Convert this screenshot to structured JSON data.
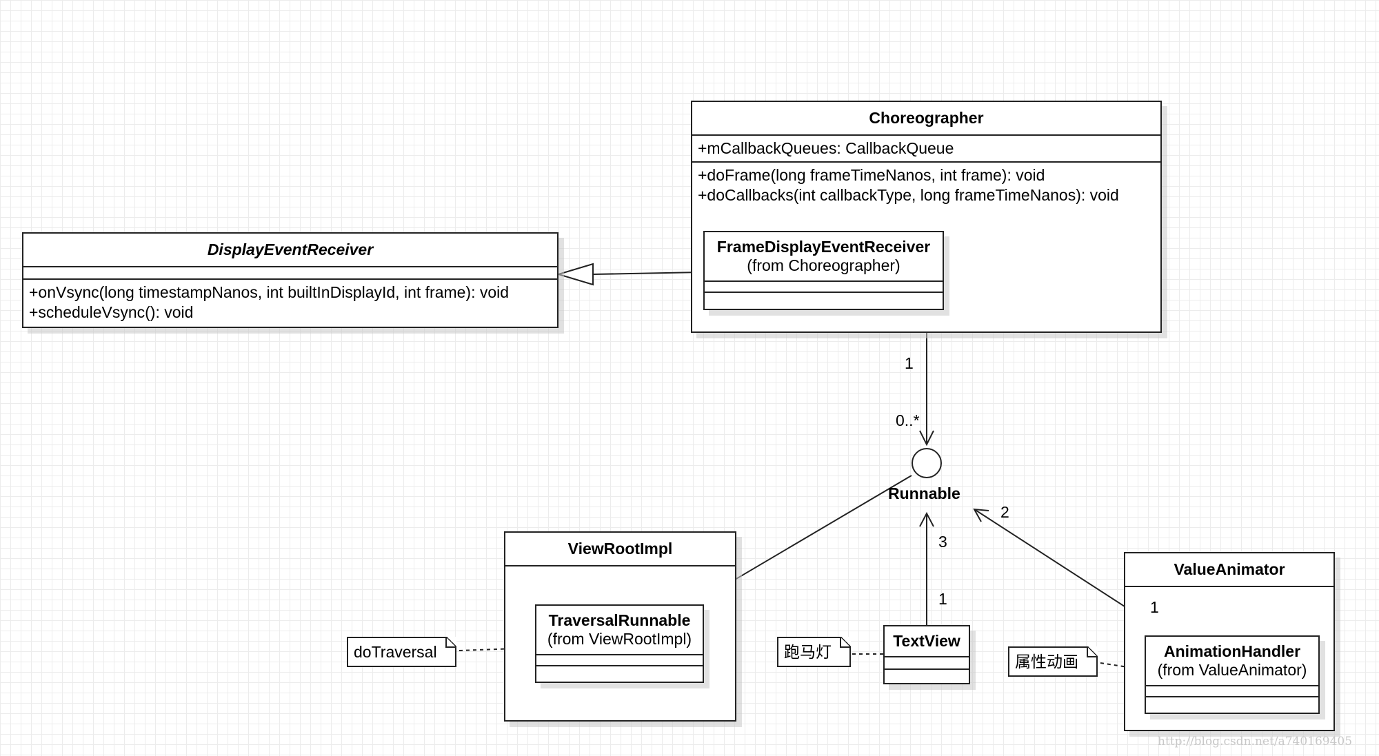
{
  "classes": {
    "display_event_receiver": {
      "name": "DisplayEventReceiver",
      "methods": [
        "+onVsync(long timestampNanos, int builtInDisplayId, int frame): void",
        "+scheduleVsync(): void"
      ]
    },
    "choreographer": {
      "name": "Choreographer",
      "attributes": [
        "+mCallbackQueues: CallbackQueue"
      ],
      "methods": [
        "+doFrame(long frameTimeNanos, int frame): void",
        "+doCallbacks(int callbackType, long frameTimeNanos): void"
      ]
    },
    "frame_display_event_receiver": {
      "name": "FrameDisplayEventReceiver",
      "from": "(from Choreographer)"
    },
    "view_root_impl": {
      "name": "ViewRootImpl"
    },
    "traversal_runnable": {
      "name": "TraversalRunnable",
      "from": "(from ViewRootImpl)"
    },
    "text_view": {
      "name": "TextView"
    },
    "value_animator": {
      "name": "ValueAnimator"
    },
    "animation_handler": {
      "name": "AnimationHandler",
      "from": "(from ValueAnimator)"
    }
  },
  "interface": {
    "name": "Runnable"
  },
  "multiplicities": {
    "choreographer_end": "1",
    "runnable_end": "0..*",
    "textview_arrow": "3",
    "textview_end": "1",
    "animation_arrow": "2",
    "animation_end": "1"
  },
  "notes": {
    "traversal": "doTraversal",
    "marquee": "跑马灯",
    "property_animation": "属性动画"
  },
  "watermark": "http://blog.csdn.net/a740169405"
}
